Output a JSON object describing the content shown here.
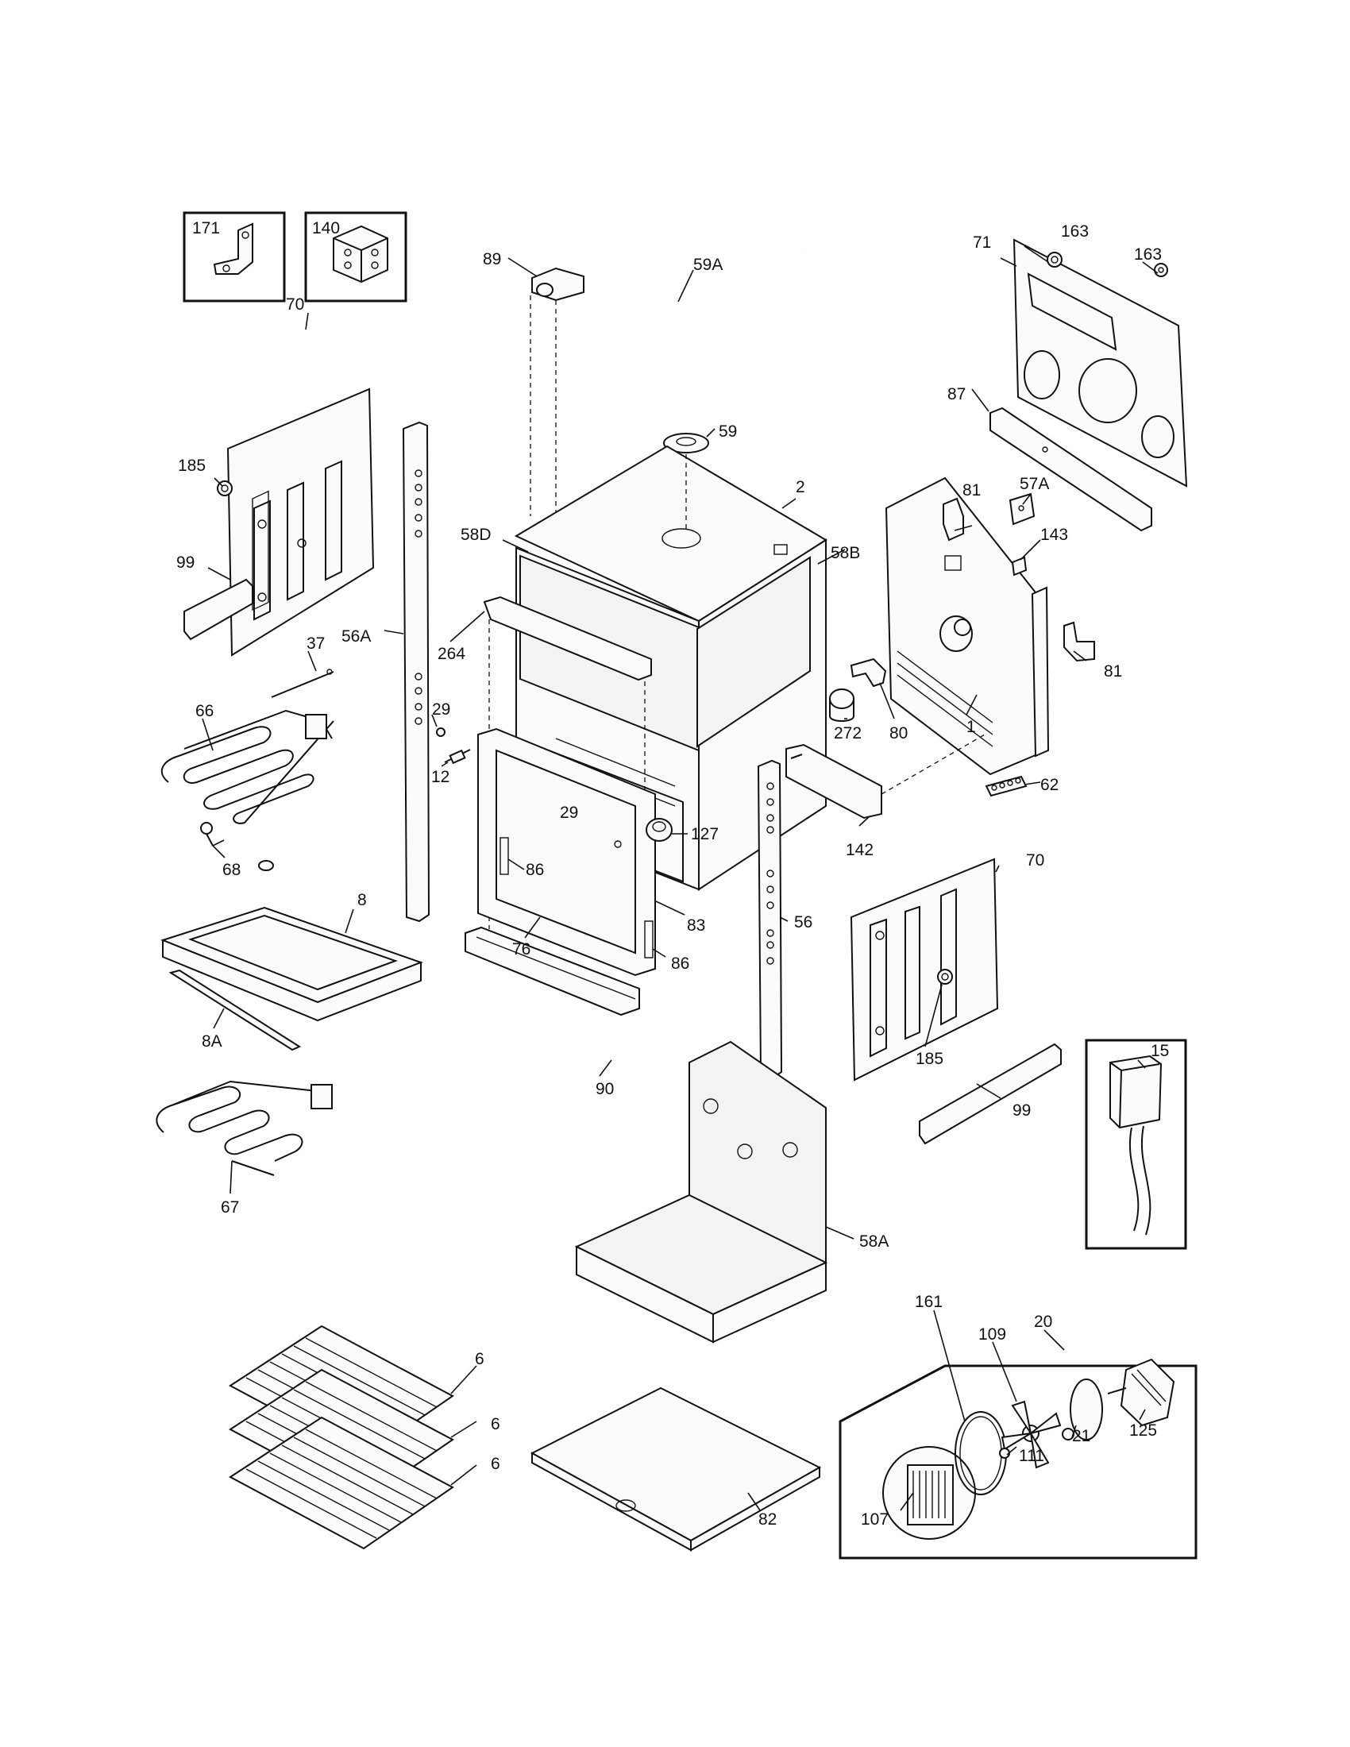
{
  "diagram": {
    "type": "exploded parts diagram",
    "callouts": [
      {
        "id": "callout-171",
        "text": "171"
      },
      {
        "id": "callout-140",
        "text": "140"
      },
      {
        "id": "callout-59a",
        "text": "59A"
      },
      {
        "id": "callout-89",
        "text": "89"
      },
      {
        "id": "callout-59",
        "text": "59"
      },
      {
        "id": "callout-163a",
        "text": "163"
      },
      {
        "id": "callout-163b",
        "text": "163"
      },
      {
        "id": "callout-71",
        "text": "71"
      },
      {
        "id": "callout-70a",
        "text": "70"
      },
      {
        "id": "callout-185a",
        "text": "185"
      },
      {
        "id": "callout-87",
        "text": "87"
      },
      {
        "id": "callout-2",
        "text": "2"
      },
      {
        "id": "callout-81a",
        "text": "81"
      },
      {
        "id": "callout-57a",
        "text": "57A"
      },
      {
        "id": "callout-58d",
        "text": "58D"
      },
      {
        "id": "callout-58b",
        "text": "58B"
      },
      {
        "id": "callout-143",
        "text": "143"
      },
      {
        "id": "callout-99a",
        "text": "99"
      },
      {
        "id": "callout-56a",
        "text": "56A"
      },
      {
        "id": "callout-264",
        "text": "264"
      },
      {
        "id": "callout-37",
        "text": "37"
      },
      {
        "id": "callout-81b",
        "text": "81"
      },
      {
        "id": "callout-66",
        "text": "66"
      },
      {
        "id": "callout-29a",
        "text": "29"
      },
      {
        "id": "callout-272",
        "text": "272"
      },
      {
        "id": "callout-80",
        "text": "80"
      },
      {
        "id": "callout-1",
        "text": "1"
      },
      {
        "id": "callout-12",
        "text": "12"
      },
      {
        "id": "callout-62",
        "text": "62"
      },
      {
        "id": "callout-29b",
        "text": "29"
      },
      {
        "id": "callout-127",
        "text": "127"
      },
      {
        "id": "callout-142",
        "text": "142"
      },
      {
        "id": "callout-68",
        "text": "68"
      },
      {
        "id": "callout-86a",
        "text": "86"
      },
      {
        "id": "callout-70b",
        "text": "70"
      },
      {
        "id": "callout-8",
        "text": "8"
      },
      {
        "id": "callout-83",
        "text": "83"
      },
      {
        "id": "callout-56",
        "text": "56"
      },
      {
        "id": "callout-76",
        "text": "76"
      },
      {
        "id": "callout-86b",
        "text": "86"
      },
      {
        "id": "callout-8a",
        "text": "8A"
      },
      {
        "id": "callout-90",
        "text": "90"
      },
      {
        "id": "callout-185b",
        "text": "185"
      },
      {
        "id": "callout-15",
        "text": "15"
      },
      {
        "id": "callout-99b",
        "text": "99"
      },
      {
        "id": "callout-67",
        "text": "67"
      },
      {
        "id": "callout-58a",
        "text": "58A"
      },
      {
        "id": "callout-20",
        "text": "20"
      },
      {
        "id": "callout-109",
        "text": "109"
      },
      {
        "id": "callout-6a",
        "text": "6"
      },
      {
        "id": "callout-161",
        "text": "161"
      },
      {
        "id": "callout-21",
        "text": "21"
      },
      {
        "id": "callout-125",
        "text": "125"
      },
      {
        "id": "callout-6b",
        "text": "6"
      },
      {
        "id": "callout-111",
        "text": "111"
      },
      {
        "id": "callout-6c",
        "text": "6"
      },
      {
        "id": "callout-107",
        "text": "107"
      },
      {
        "id": "callout-82",
        "text": "82"
      }
    ]
  }
}
